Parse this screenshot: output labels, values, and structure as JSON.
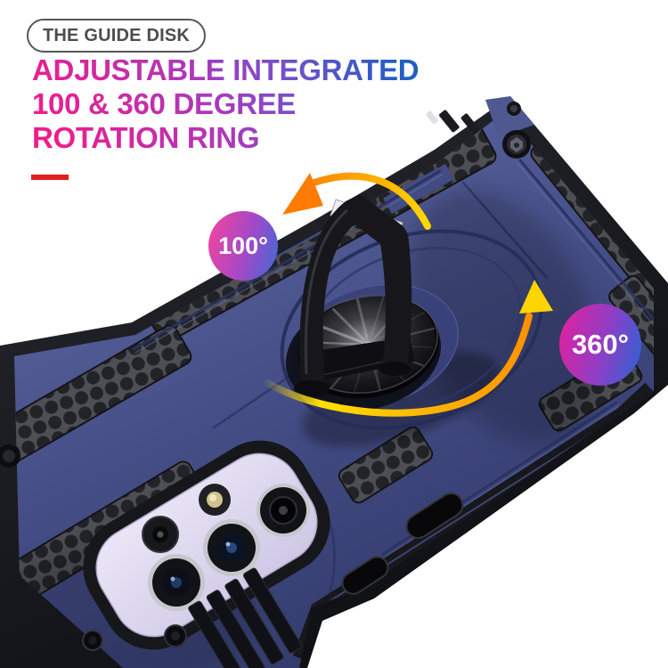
{
  "badge": {
    "label": "THE GUIDE DISK"
  },
  "headline": {
    "lines": [
      "ADJUSTABLE INTEGRATED",
      "100 & 360 DEGREE",
      "ROTATION RING"
    ]
  },
  "callouts": {
    "flip": {
      "label": "100°"
    },
    "spin": {
      "label": "360°"
    }
  },
  "colors": {
    "headline_gradient_start": "#ee1d8d",
    "headline_gradient_mid": "#9a3ec6",
    "headline_gradient_end": "#1d5fc4",
    "divider_red": "#e01f1f",
    "callout_100_gradient": [
      "#ef459f",
      "#4767d6"
    ],
    "callout_360_gradient": [
      "#e0219f",
      "#3360d2"
    ],
    "case_navy": "#434c84",
    "rubber_black": "#17181c",
    "phone_lavender": "#dcd6ee",
    "ring_metal_dark": "#17171b",
    "arrow_yellow": "#ffd400",
    "arrow_orange": "#ff8c00",
    "badge_text_gray": "#4c4d4f"
  },
  "icons": {
    "flip_arrow": "curved-arrow-counterclockwise",
    "spin_arrow": "curved-arrow-clockwise"
  }
}
